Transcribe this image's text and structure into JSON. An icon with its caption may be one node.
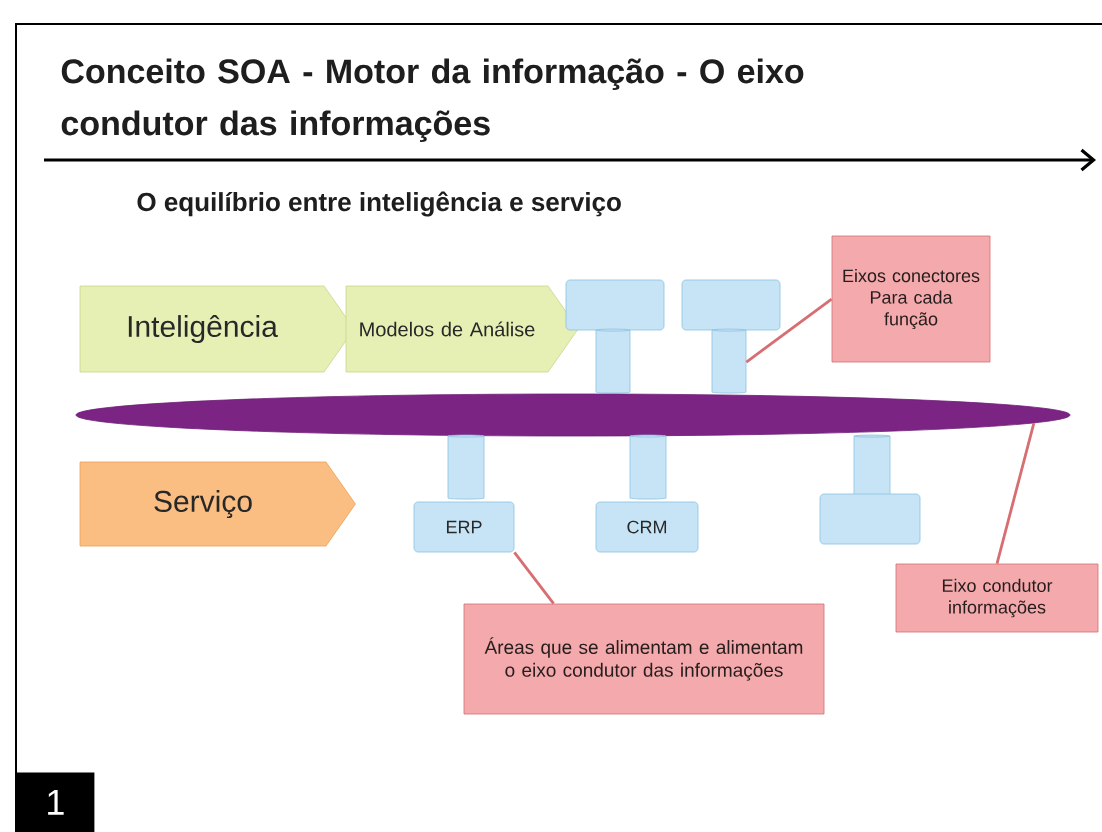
{
  "diagram": {
    "title": "Conceito SOA - Motor da informação - O eixo condutor das informações",
    "nodes": [
      {
        "text": [
          "Inteligência"
        ]
      },
      {
        "text": [
          "Modelos de Análise"
        ]
      },
      {
        "text": [],
        "shape": "box"
      },
      {
        "text": [],
        "shape": "box"
      },
      {
        "text": [],
        "shape": "cylinder"
      },
      {
        "text": [],
        "shape": "cylinder"
      },
      {
        "text": [],
        "shape": "ellipse"
      },
      {
        "text": [
          "Serviço"
        ]
      },
      {
        "text": [],
        "shape": "cylinder"
      },
      {
        "text": [],
        "shape": "cylinder"
      },
      {
        "text": [],
        "shape": "cylinder"
      },
      {
        "text": [
          "ERP"
        ]
      },
      {
        "text": [
          "CRM"
        ]
      },
      {
        "text": [],
        "shape": "box"
      },
      {
        "text": [
          "Eixos conectores Para cada função"
        ]
      },
      {
        "text": [
          "Áreas que se alimentam e alimentam o eixo condutor das informações"
        ]
      },
      {
        "text": [
          "Eixo condutor informações"
        ]
      }
    ],
    "edges": [
      {
        "from": 14,
        "to": 5,
        "arrow": "none"
      },
      {
        "from": 15,
        "to": 11,
        "arrow": "none"
      },
      {
        "from": 16,
        "to": 6,
        "arrow": "none"
      }
    ],
    "labels": [
      "O equilíbrio entre inteligência e serviço",
      "1"
    ]
  }
}
